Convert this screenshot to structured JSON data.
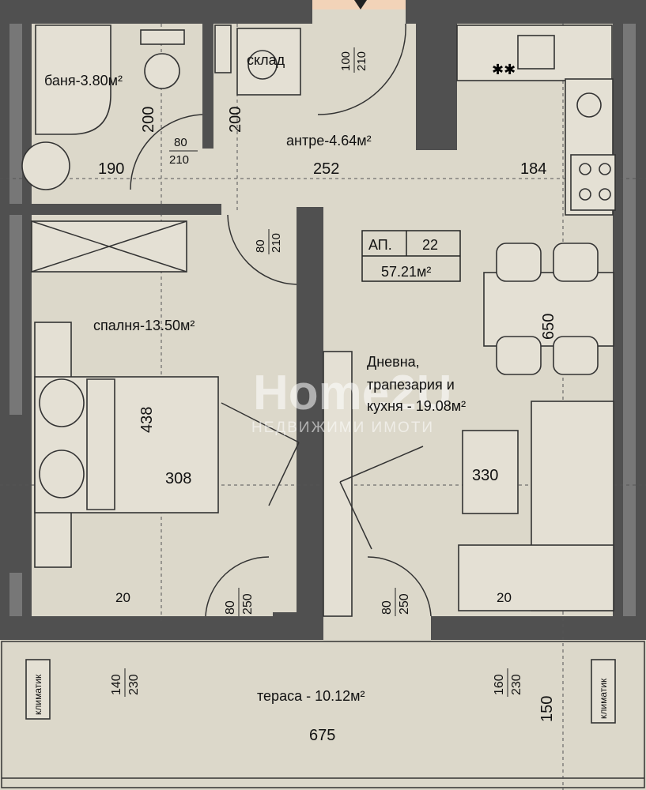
{
  "rooms": {
    "bathroom": "баня-3.80м²",
    "storage": "склад",
    "hallway": "антре-4.64м²",
    "bedroom": "спалня-13.50м²",
    "living_1": "Дневна,",
    "living_2": "трапезария и",
    "living_3": "кухня - 19.08м²",
    "terrace": "тераса - 10.12м²"
  },
  "apartment": {
    "label": "АП.",
    "number": "22",
    "area": "57.21м²"
  },
  "dimensions": {
    "d190": "190",
    "d252": "252",
    "d184": "184",
    "d200a": "200",
    "d200b": "200",
    "d650": "650",
    "d438": "438",
    "d308": "308",
    "d330": "330",
    "d20a": "20",
    "d20b": "20",
    "d675": "675",
    "d150": "150"
  },
  "openings": {
    "entrance": [
      "100",
      "210"
    ],
    "bath_door": [
      "80",
      "210"
    ],
    "bedroom_door": [
      "80",
      "210"
    ],
    "terrace_door_left": [
      "80",
      "250"
    ],
    "terrace_door_right": [
      "80",
      "250"
    ],
    "window_left": [
      "140",
      "230"
    ],
    "window_right": [
      "160",
      "230"
    ]
  },
  "equipment": {
    "ac_left": "климатик",
    "ac_right": "климатик"
  },
  "watermark": {
    "brand": "Home2U",
    "tagline": "НЕДВИЖИМИ ИМОТИ"
  }
}
